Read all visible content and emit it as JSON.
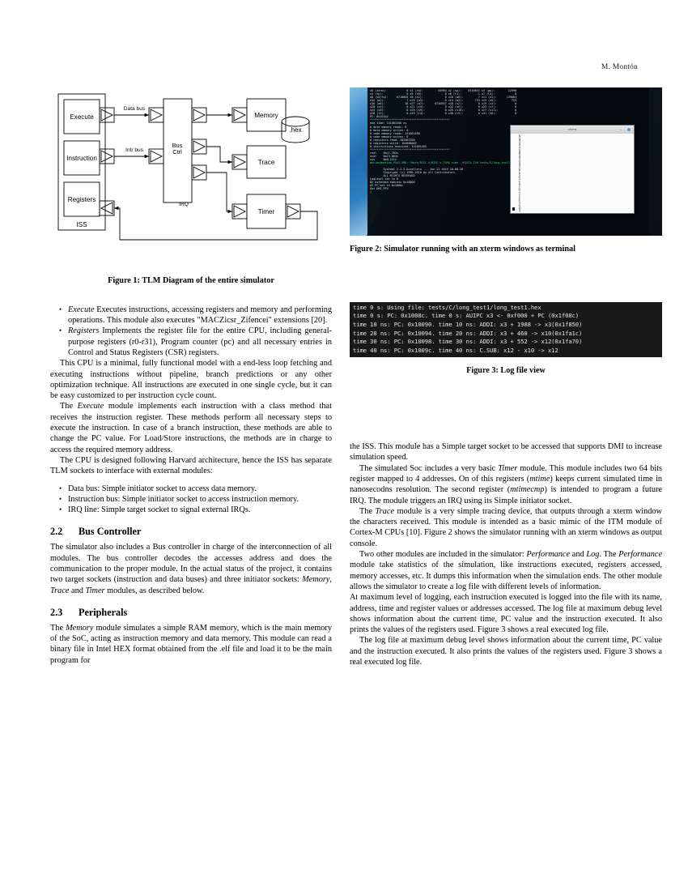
{
  "header": {
    "running_head": "M. Montón"
  },
  "figure1": {
    "caption": "Figure 1: TLM Diagram of the entire simulator",
    "blocks": {
      "execute": "Execute",
      "instruction": "Instruction",
      "registers": "Registers",
      "iss": "ISS",
      "bus_ctrl_line1": "Bus",
      "bus_ctrl_line2": "Ctrl",
      "memory": "Memory",
      "hex": ".hex",
      "trace": "Trace",
      "timer": "Timer"
    },
    "labels": {
      "data_bus": "Data bus",
      "intr_bus": "Intr bus",
      "irq": "IRQ"
    }
  },
  "figure2": {
    "caption": "Figure 2: Simulator running with an xterm windows as terminal",
    "terminal_lines": [
      "x0 (zero):            0 x1 (ra):         65994 x2 (sp):    6710651 x3 (gp):        12996",
      "x4 (tp):              0 x5 (t0):             0 x6 (t1):         -1 x7 (t2):            0",
      "x8 (s0/fp):     6710803 x9 (s1):             0 x10 (a0):         7 x11 (a1):      139664",
      "x12 (a2):             7 x13 (a3):            0 x14 (a4):       723 x15 (a5):         723",
      "x16 (a6):            18 x17 (a7):      6710547 x18 (s2):         0 x19 (s3):           0",
      "x20 (s4):             0 x21 (s5):            0 x22 (s6):         0 x23 (s7):           0",
      "x24 (s8):             0 x25 (s9):            0 x26 (s10):        0 x27 (s11):          0",
      "x28 (t3):             0 x29 (t4):            0 x30 (t5):         0 x31 (t6):           0",
      "PC: 0x101b2",
      "************************************************",
      "end time: 141001450 ns",
      "# data memory reads: 0",
      "# data memory writes: 0",
      "# code memory reads: 141601400",
      "# code memory writes: 0",
      "# registers read: 282683700",
      "# registers write: 104800003",
      "# instructions executed: 141001405",
      "************************************************",
      "",
      "real    5m11.782s",
      "user    5m13.864s",
      "sys     0m0.221s"
    ],
    "prompt_line": "marian@marian-P543-XMD:~/Work/RISC-V/RISC-V-TLM$ time ./RISCV_TLM tests/C/long_test2/long_test2.hex",
    "footer_lines": [
      "        SystemC 2.3.3-Accellera --- Jun 22 2019 10:00:38",
      "        Copyright (c) 1996-2018 by all Contributors,",
      "        ALL RIGHTS RESERVED",
      "LogLevel set to 0",
      "02 extended address 0x10000",
      "03 PC set to 0x1000c",
      "Get DMI_PTR",
      "|"
    ],
    "xterm_window_title": "xterm",
    "xterm_content": "ABCDEFGHIJKLMNOPQRSTUVWXYZabcdefghijklmnopqrstuvwxyz0123456789!@#$%^&*()_+-=[]{}|;:,.<>?/~`ABCDEFGHIJKLMNOPQRSTUVWXYZabcdefghijklmnopqrstuvwxyz"
  },
  "figure3": {
    "caption": "Figure 3: Log file view",
    "log_lines": [
      "time 0 s: Using file: tests/C/long_test1/long_test1.hex",
      "time 0 s: PC: 0x1008c. time 0 s: AUIPC x3 <- 0xf000 + PC (0x1f08c)",
      "time 10 ns: PC: 0x10090. time 10 ns: ADDI: x3 + 1988 -> x3(0x1f850)",
      "time 20 ns: PC: 0x10094. time 20 ns: ADDI: x3 + 460 -> x10(0x1fa1c)",
      "time 30 ns: PC: 0x10098. time 30 ns: ADDI: x3 + 552 -> x12(0x1fa70)",
      "time 40 ns: PC: 0x1009c. time 40 ns: C.SUB: x12 - x10 -> x12"
    ]
  },
  "left_column": {
    "bullets": [
      {
        "term": "Execute",
        "text": " Executes instructions, accessing registers and memory and performing operations. This module also executes \"MACZicsr_Zifencei\" extensions [20]."
      },
      {
        "term": "Registers",
        "text": " Implements the register file for the entire CPU, including general-purpose registers (r0-r31), Program counter (pc) and all necessary entries in Control and Status Registers (CSR) registers."
      }
    ],
    "para_cpu_minimal": "This CPU is a minimal, fully functional model with a end-less loop fetching and executing instructions without pipeline, branch predictions or any other optimization technique. All instructions are executed in one single cycle, but it can be easy customized to per instruction cycle count.",
    "para_execute_pre": "The ",
    "para_execute_em": "Execute",
    "para_execute_post": " module implements each instruction with a class method that receives the instruction register. These methods perform all necessary steps to execute the instruction. In case of a branch instruction, these methods are able to change the PC value. For Load/Store instructions, the methods are in charge to access the required memory address.",
    "para_harvard": "The CPU is designed following Harvard architecture, hence the ISS has separate TLM sockets to interface with external modules:",
    "socket_bullets": [
      "Data bus: Simple initiator socket to access data memory.",
      "Instruction bus: Simple initiator socket to access instruction memory.",
      "IRQ line: Simple target socket to signal external IRQs."
    ],
    "section_22": {
      "num": "2.2",
      "title": "Bus Controller"
    },
    "para_bus_pre": "The simulator also includes a Bus controller in charge of the interconnection of all modules. The bus controller decodes the accesses address and does the communication to the proper module. In the actual status of the project, it contains two target sockets (instruction and data buses) and three initiator sockets: ",
    "para_bus_em1": "Memory",
    "para_bus_mid1": ", ",
    "para_bus_em2": "Trace",
    "para_bus_mid2": " and ",
    "para_bus_em3": "Timer",
    "para_bus_post": " modules, as described below.",
    "section_23": {
      "num": "2.3",
      "title": "Peripherals"
    },
    "para_mem_pre": "The ",
    "para_mem_em": "Memory",
    "para_mem_post": " module simulates a simple RAM memory, which is the main memory of the SoC, acting as instruction memory and data memory. This module can read a binary file in Intel HEX format obtained from the .elf file and load it to be the main program for"
  },
  "right_column": {
    "para_iss": "the ISS. This module has a Simple target socket to be accessed that supports DMI to increase simulation speed.",
    "para_timer_pre": "The simulated Soc includes a very basic ",
    "para_timer_em": "Timer",
    "para_timer_mid": " module. This module includes two 64 bits register mapped to 4 addresses. On of this registers (",
    "para_timer_em2": "mtime",
    "para_timer_mid2": ") keeps current simulated time in nanosecodns resolution. The second register (",
    "para_timer_em3": "mtimecmp",
    "para_timer_post": ") is intended to program a future IRQ. The module triggers an IRQ using its Simple initiator socket.",
    "para_trace_pre": "The ",
    "para_trace_em": "Trace",
    "para_trace_post": " module is a very simple tracing device, that outputs through a xterm window the characters received. This module is intended as a basic mimic of the ITM module of Cortex-M CPUs [10]. Figure 2 shows the simulator running with an xterm windows as output console.",
    "para_two_pre": "Two other modules are included in the simulator: ",
    "para_two_em1": "Performance",
    "para_two_mid1": " and ",
    "para_two_em2": "Log",
    "para_two_mid2": ". The ",
    "para_two_em3": "Performance",
    "para_two_post": " module take statistics of the simulation, like instructions executed, registers accessed, memory accesses, etc. It dumps this information when the simulation ends. The other module allows the simulator to create a log file with different levels of information.",
    "para_logging": "At maximum level of logging, each instruction executed is logged into the file with its name, address, time and register values or addresses accessed. The log file at maximum debug level shows information about the current time, PC value and the instruction executed. It also prints the values of the registers used. Figure 3 shows a real executed log file.",
    "para_logfile": "The log file at maximum debug level shows information about the current time, PC value and the instruction executed. It also prints the values of the registers used. Figure 3 shows a real executed log file."
  },
  "colors": {
    "page_bg": "#ffffff",
    "text": "#000000",
    "terminal_bg": "#0b0f14",
    "log_bg": "#181818",
    "log_text": "#e6e6e6",
    "prompt_green": "#44d07a",
    "desktop_blue": "#2d7fc4"
  }
}
